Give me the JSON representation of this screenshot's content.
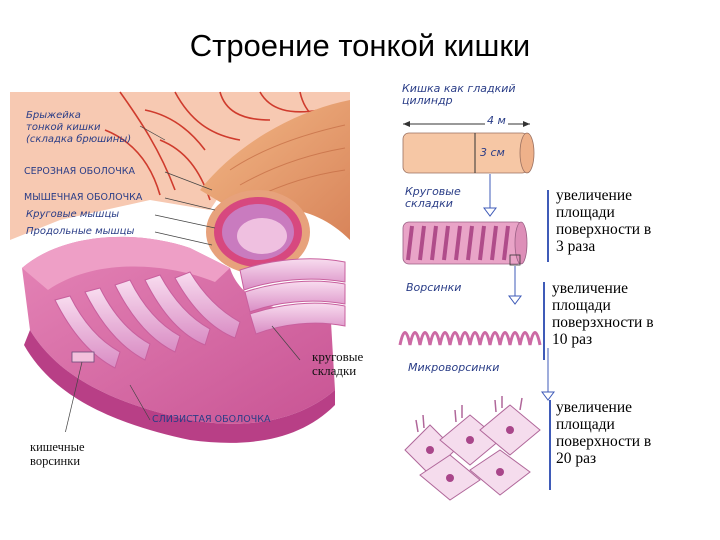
{
  "title": "Строение тонкой кишки",
  "left_labels": {
    "mesentery": [
      "Брыжейка",
      "тонкой кишки",
      "(складка брюшины)"
    ],
    "serosa": "СЕРОЗНАЯ ОБОЛОЧКА",
    "muscular": "МЫШЕЧНАЯ ОБОЛОЧКА",
    "circular_muscles": "Круговые мышцы",
    "longitudinal_muscles": "Продольные мышцы",
    "circular_folds": [
      "круговые",
      "складки"
    ],
    "mucosa": "СЛИЗИСТАЯ ОБОЛОЧКА",
    "villi": [
      "кишечные",
      "ворсинки"
    ]
  },
  "right_labels": {
    "smooth_cylinder": [
      "Кишка как гладкий",
      "цилиндр"
    ],
    "length": "4 м",
    "diameter": "3 см",
    "circular_folds": [
      "Круговые",
      "складки"
    ],
    "villi": "Ворсинки",
    "microvilli": "Микроворсинки"
  },
  "notes": [
    "увеличение\nплощади\nповерхности в\n 3 раза",
    "увеличение\nплощади\nповерзхности в\n10 раз",
    "увеличение\nплощади\nповерхности в\n20 раз"
  ],
  "colors": {
    "serosa_outer": "#e8a06e",
    "mucosa_pink": "#d86aa4",
    "fold_light": "#f4c8e4",
    "mesentery_bg": "#f6c2a8",
    "vessel": "#d04030",
    "label_blue": "#2a3d87",
    "marker_blue": "#3f5bb8"
  }
}
